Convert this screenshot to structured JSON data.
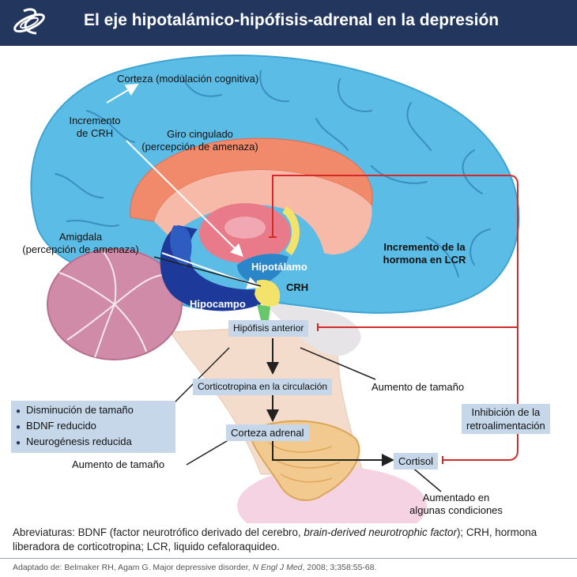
{
  "header": {
    "title": "El eje hipotalámico-hipófisis-adrenal en la depresión",
    "logo_icon": "journal-logo-icon"
  },
  "labels": {
    "corteza": "Corteza (modulación cognitiva)",
    "incremento_crh_1": "Incremento",
    "incremento_crh_2": "de CRH",
    "giro_1": "Giro cingulado",
    "giro_2": "(percepción de amenaza)",
    "amigdala_1": "Amigdala",
    "amigdala_2": "(percepción de amenaza)",
    "hipotalamo": "Hipotálamo",
    "crh": "CRH",
    "hipocampo": "Hipocampo",
    "incremento_lcr_1": "Incremento de la",
    "incremento_lcr_2": "hormona en LCR",
    "hipofisis": "Hipófisis anterior",
    "corticotropina": "Corticotropina en la circulación",
    "aumento_tamano_1": "Aumento de tamaño",
    "aumento_tamano_2": "Aumento de tamaño",
    "corteza_adrenal": "Corteza adrenal",
    "cortisol": "Cortisol",
    "inhibicion_1": "Inhibición de la",
    "inhibicion_2": "retroalimentación",
    "aumentado_1": "Aumentado en",
    "aumentado_2": "algunas condiciones"
  },
  "hippocampus_effects": [
    "Disminución de tamaño",
    "BDNF reducido",
    "Neurogénesis reducida"
  ],
  "abbreviations": {
    "part1": "Abreviaturas: BDNF (factor neurotrófico derivado del cerebro, ",
    "italic": "brain-derived neurotrophic factor",
    "part2": "); CRH, hormona liberadora de corticotropina; LCR, liquido cefaloraquideo."
  },
  "source": {
    "part1": "Adaptado de: Belmaker RH, Agam G. Major depressive disorder, ",
    "journal": "N Engl J Med",
    "part2": ", 2008; 3;358:55-68."
  },
  "colors": {
    "header_bg": "#23375e",
    "cortex": "#5bbde6",
    "cingulate": "#f08a6a",
    "amygdala_hippocampus": "#1d3a9a",
    "hypothalamus": "#2a86c8",
    "feedback": "#d42a2a",
    "label_box": "#c5d7e9"
  }
}
